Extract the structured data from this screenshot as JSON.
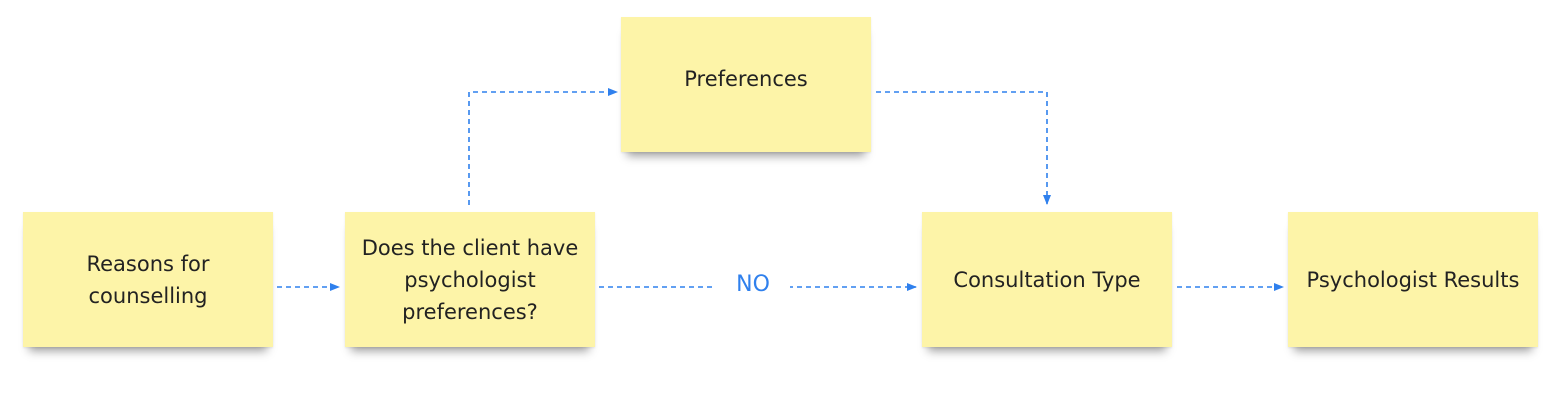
{
  "theme": {
    "note_color": "#fdf4a8",
    "connector_color": "#2f80ed",
    "text_color": "#222222",
    "background": "#ffffff"
  },
  "notes": {
    "reasons": {
      "label": "Reasons for counselling"
    },
    "question": {
      "label": "Does the client have psychologist preferences?"
    },
    "preferences": {
      "label": "Preferences"
    },
    "consultation": {
      "label": "Consultation Type"
    },
    "results": {
      "label": "Psychologist Results"
    }
  },
  "connectors": {
    "no_label": "NO"
  }
}
